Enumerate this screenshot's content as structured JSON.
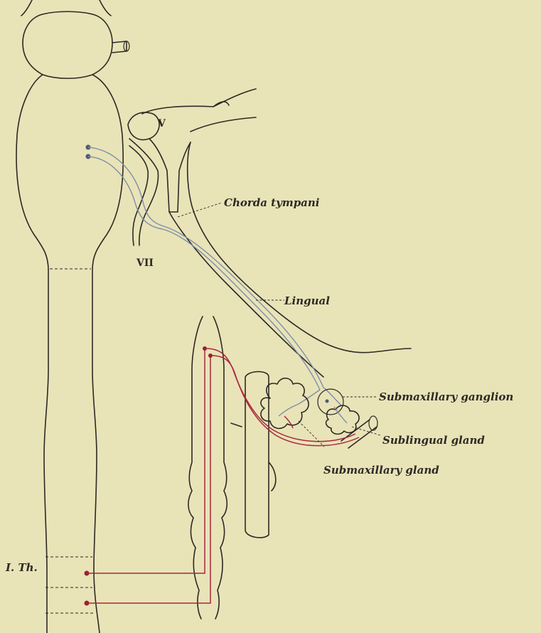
{
  "labels": {
    "cranial_v": "V",
    "cranial_vii": "VII",
    "chorda_tympani": "Chorda tympani",
    "lingual": "Lingual",
    "submaxillary_ganglion": "Submaxillary ganglion",
    "sublingual_gland": "Sublingual gland",
    "submaxillary_gland": "Submaxillary gland",
    "first_thoracic": "I. Th."
  },
  "colors": {
    "background": "#e9e3b8",
    "outline": "#2c2a24",
    "autonomic_preganglionic_blue": "#7d8fa6",
    "sympathetic_red": "#a8283a"
  }
}
